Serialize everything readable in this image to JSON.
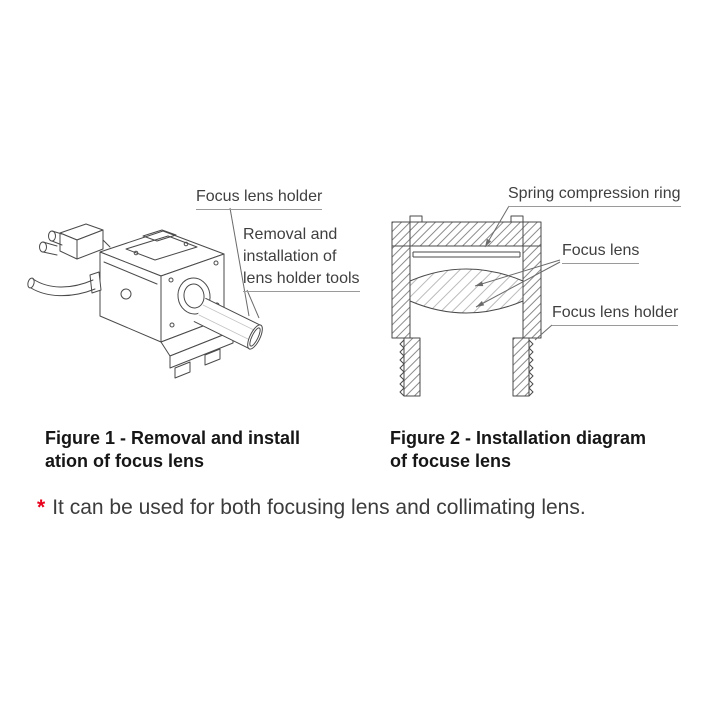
{
  "figure1": {
    "labels": {
      "holder": "Focus lens holder",
      "tools": [
        "Removal and",
        "installation of",
        "lens holder tools"
      ]
    },
    "caption": [
      "Figure 1 - Removal and install",
      "ation of focus lens"
    ]
  },
  "figure2": {
    "labels": {
      "spring_ring": "Spring compression ring",
      "focus_lens": "Focus lens",
      "holder": "Focus lens holder"
    },
    "caption": [
      "Figure 2 - Installation diagram",
      "of focuse lens"
    ]
  },
  "note": {
    "marker": "*",
    "text": "It can be used for both focusing lens and collimating lens."
  },
  "colors": {
    "line": "#4a4a4a",
    "hatch": "#8a8a8a",
    "accent_red": "#e8001c",
    "text": "#3f3f3f"
  }
}
